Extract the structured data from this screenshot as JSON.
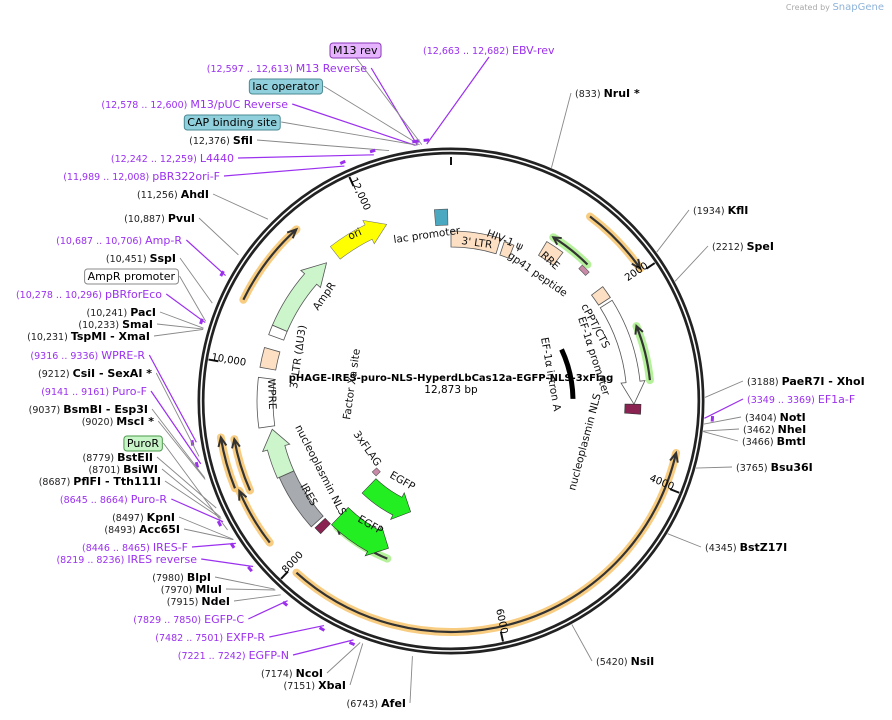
{
  "credit": {
    "created_by": "Created by",
    "brand": "SnapGene"
  },
  "plasmid": {
    "name": "pHAGE-IRES-puro-NLS-HyperdLbCas12a-EGFP-NLS-3xFlag",
    "length": "12,873 bp"
  },
  "ticks": [
    "2000",
    "4000",
    "6000",
    "8000",
    "10,000",
    "12,000"
  ],
  "features": {
    "ltr5": "3' LTR",
    "psi": "HIV-1 ψ",
    "rre": "RRE",
    "gp41": "gp41 peptide",
    "cppt": "cPPT/CTS",
    "ef1a_promoter": "EF-1α promoter",
    "ef1a_intron": "EF-1α intron A",
    "nls_right": "nucleoplasmin NLS",
    "lac_promoter": "lac promoter",
    "ori": "ori",
    "ampr": "AmpR",
    "ltr3": "3' LTR (ΔU3)",
    "wpre": "WPRE",
    "nls_left": "nucleoplasmin NLS",
    "ires": "IRES",
    "factor_xa": "Factor Xa site",
    "flag": "3xFLAG",
    "egfp1": "EGFP",
    "egfp2": "EGFP"
  },
  "left_labels": [
    {
      "pos": "(12,597 .. 12,613)",
      "name": "M13 Reverse",
      "kind": "primer"
    },
    {
      "pos": "",
      "name": "lac operator",
      "kind": "box-blue"
    },
    {
      "pos": "(12,578 .. 12,600)",
      "name": "M13/pUC Reverse",
      "kind": "primer"
    },
    {
      "pos": "",
      "name": "CAP binding site",
      "kind": "box-blue"
    },
    {
      "pos": "(12,376)",
      "name": "SfiI",
      "kind": "enzyme"
    },
    {
      "pos": "(12,242 .. 12,259)",
      "name": "L4440",
      "kind": "primer"
    },
    {
      "pos": "(11,989 .. 12,008)",
      "name": "pBR322ori-F",
      "kind": "primer"
    },
    {
      "pos": "(11,256)",
      "name": "AhdI",
      "kind": "enzyme"
    },
    {
      "pos": "(10,887)",
      "name": "PvuI",
      "kind": "enzyme"
    },
    {
      "pos": "(10,687 .. 10,706)",
      "name": "Amp-R",
      "kind": "primer"
    },
    {
      "pos": "(10,451)",
      "name": "SspI",
      "kind": "enzyme"
    },
    {
      "pos": "",
      "name": "AmpR promoter",
      "kind": "box-white"
    },
    {
      "pos": "(10,278 .. 10,296)",
      "name": "pBRforEco",
      "kind": "primer"
    },
    {
      "pos": "(10,241)",
      "name": "PacI",
      "kind": "enzyme"
    },
    {
      "pos": "(10,233)",
      "name": "SmaI",
      "kind": "enzyme"
    },
    {
      "pos": "(10,231)",
      "name": "TspMI   - XmaI",
      "kind": "enzyme"
    },
    {
      "pos": "(9316 .. 9336)",
      "name": "WPRE-R",
      "kind": "primer"
    },
    {
      "pos": "(9212)",
      "name": "CsiI  - SexAI *",
      "kind": "enzyme"
    },
    {
      "pos": "(9141 .. 9161)",
      "name": "Puro-F",
      "kind": "primer"
    },
    {
      "pos": "(9037)",
      "name": "BsmBI   - Esp3I",
      "kind": "enzyme"
    },
    {
      "pos": "(9020)",
      "name": "MscI *",
      "kind": "enzyme"
    },
    {
      "pos": "",
      "name": "PuroR",
      "kind": "box-green"
    },
    {
      "pos": "(8779)",
      "name": "BstEII",
      "kind": "enzyme"
    },
    {
      "pos": "(8701)",
      "name": "BsiWI",
      "kind": "enzyme"
    },
    {
      "pos": "(8687)",
      "name": "PflFI  - Tth111I",
      "kind": "enzyme"
    },
    {
      "pos": "(8645 .. 8664)",
      "name": "Puro-R",
      "kind": "primer"
    },
    {
      "pos": "(8497)",
      "name": "KpnI",
      "kind": "enzyme"
    },
    {
      "pos": "(8493)",
      "name": "Acc65I",
      "kind": "enzyme"
    },
    {
      "pos": "(8446 .. 8465)",
      "name": "IRES-F",
      "kind": "primer"
    },
    {
      "pos": "(8219 .. 8236)",
      "name": "IRES reverse",
      "kind": "primer"
    },
    {
      "pos": "(7980)",
      "name": "BlpI",
      "kind": "enzyme"
    },
    {
      "pos": "(7970)",
      "name": "MluI",
      "kind": "enzyme"
    },
    {
      "pos": "(7915)",
      "name": "NdeI",
      "kind": "enzyme"
    },
    {
      "pos": "(7829 .. 7850)",
      "name": "EGFP-C",
      "kind": "primer"
    },
    {
      "pos": "(7482 .. 7501)",
      "name": "EXFP-R",
      "kind": "primer"
    },
    {
      "pos": "(7221 .. 7242)",
      "name": "EGFP-N",
      "kind": "primer"
    },
    {
      "pos": "(7174)",
      "name": "NcoI",
      "kind": "enzyme"
    },
    {
      "pos": "(7151)",
      "name": "XbaI",
      "kind": "enzyme"
    },
    {
      "pos": "(6743)",
      "name": "AfeI",
      "kind": "enzyme"
    }
  ],
  "top_labels": [
    {
      "pos": "",
      "name": "M13 rev",
      "kind": "box-purple"
    },
    {
      "pos": "(12,663 .. 12,682)",
      "name": "EBV-rev",
      "kind": "primer"
    }
  ],
  "right_labels": [
    {
      "pos": "(833)",
      "name": "NruI *",
      "kind": "enzyme"
    },
    {
      "pos": "(1934)",
      "name": "KflI",
      "kind": "enzyme"
    },
    {
      "pos": "(2212)",
      "name": "SpeI",
      "kind": "enzyme"
    },
    {
      "pos": "(3188)",
      "name": "PaeR7I  - XhoI",
      "kind": "enzyme"
    },
    {
      "pos": "(3349 .. 3369)",
      "name": "EF1a-F",
      "kind": "primer"
    },
    {
      "pos": "(3404)",
      "name": "NotI",
      "kind": "enzyme"
    },
    {
      "pos": "(3462)",
      "name": "NheI",
      "kind": "enzyme"
    },
    {
      "pos": "(3466)",
      "name": "BmtI",
      "kind": "enzyme"
    },
    {
      "pos": "(3765)",
      "name": "Bsu36I",
      "kind": "enzyme"
    },
    {
      "pos": "(4345)",
      "name": "BstZ17I",
      "kind": "enzyme"
    },
    {
      "pos": "(5420)",
      "name": "NsiI",
      "kind": "enzyme"
    }
  ],
  "colors": {
    "primer": "#9b30ef",
    "orf": "#f7c46c",
    "egfp": "#22ee22",
    "ampr": "#ccf5cc",
    "ltr": "#fde0c4",
    "ori": "#ffff00",
    "ires": "#a7abb0"
  }
}
